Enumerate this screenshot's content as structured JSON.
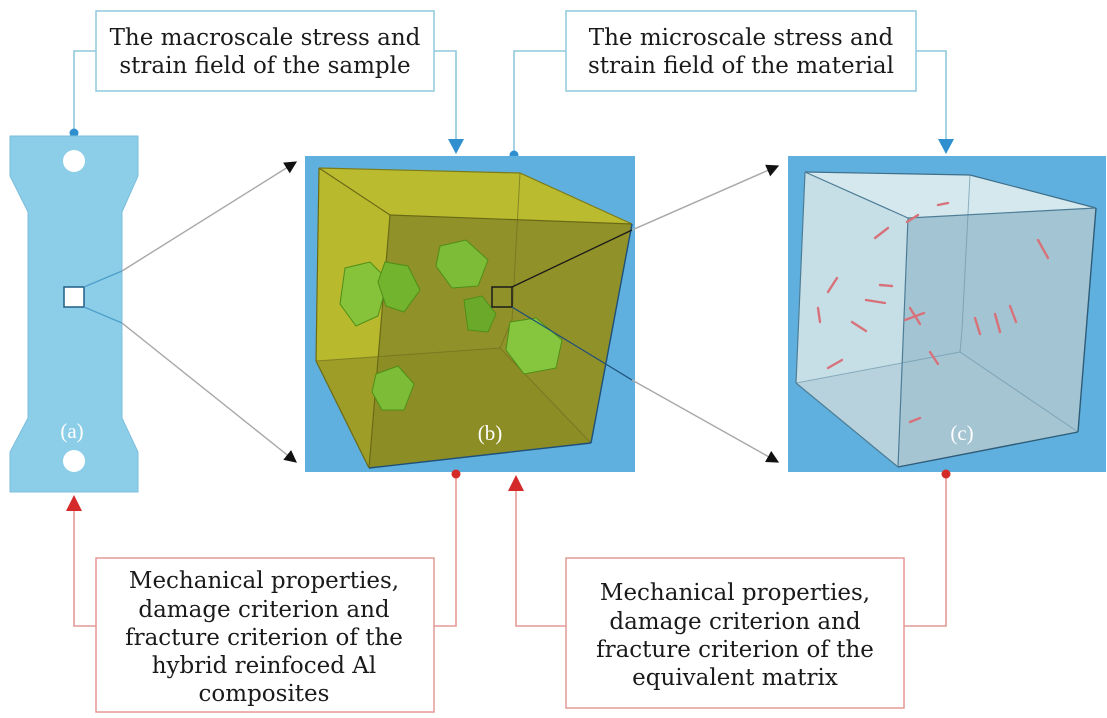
{
  "top_boxes": {
    "macro": {
      "lines": [
        "The macroscale stress and",
        "strain field of the sample"
      ]
    },
    "micro": {
      "lines": [
        "The microscale stress and",
        "strain field of the material"
      ]
    }
  },
  "bottom_boxes": {
    "composite": {
      "lines": [
        "Mechanical properties,",
        "damage criterion and",
        "fracture criterion of the",
        "hybrid reinfoced Al",
        "composites"
      ]
    },
    "matrix": {
      "lines": [
        "Mechanical properties,",
        "damage criterion and",
        "fracture criterion of the",
        "equivalent matrix"
      ]
    }
  },
  "panels": {
    "a": {
      "label": "(a)"
    },
    "b": {
      "label": "(b)"
    },
    "c": {
      "label": "(c)"
    }
  },
  "colors": {
    "top_connector": "#8ec9dd",
    "top_arrow": "#2f8fcf",
    "bottom_connector": "#e49a96",
    "bottom_arrow": "#d42a2a",
    "panel_bg": "#5fb0de",
    "specimen": "#8ccde8",
    "cube_fill": "#a6a627",
    "matrix_cube": "#c6dee6"
  }
}
